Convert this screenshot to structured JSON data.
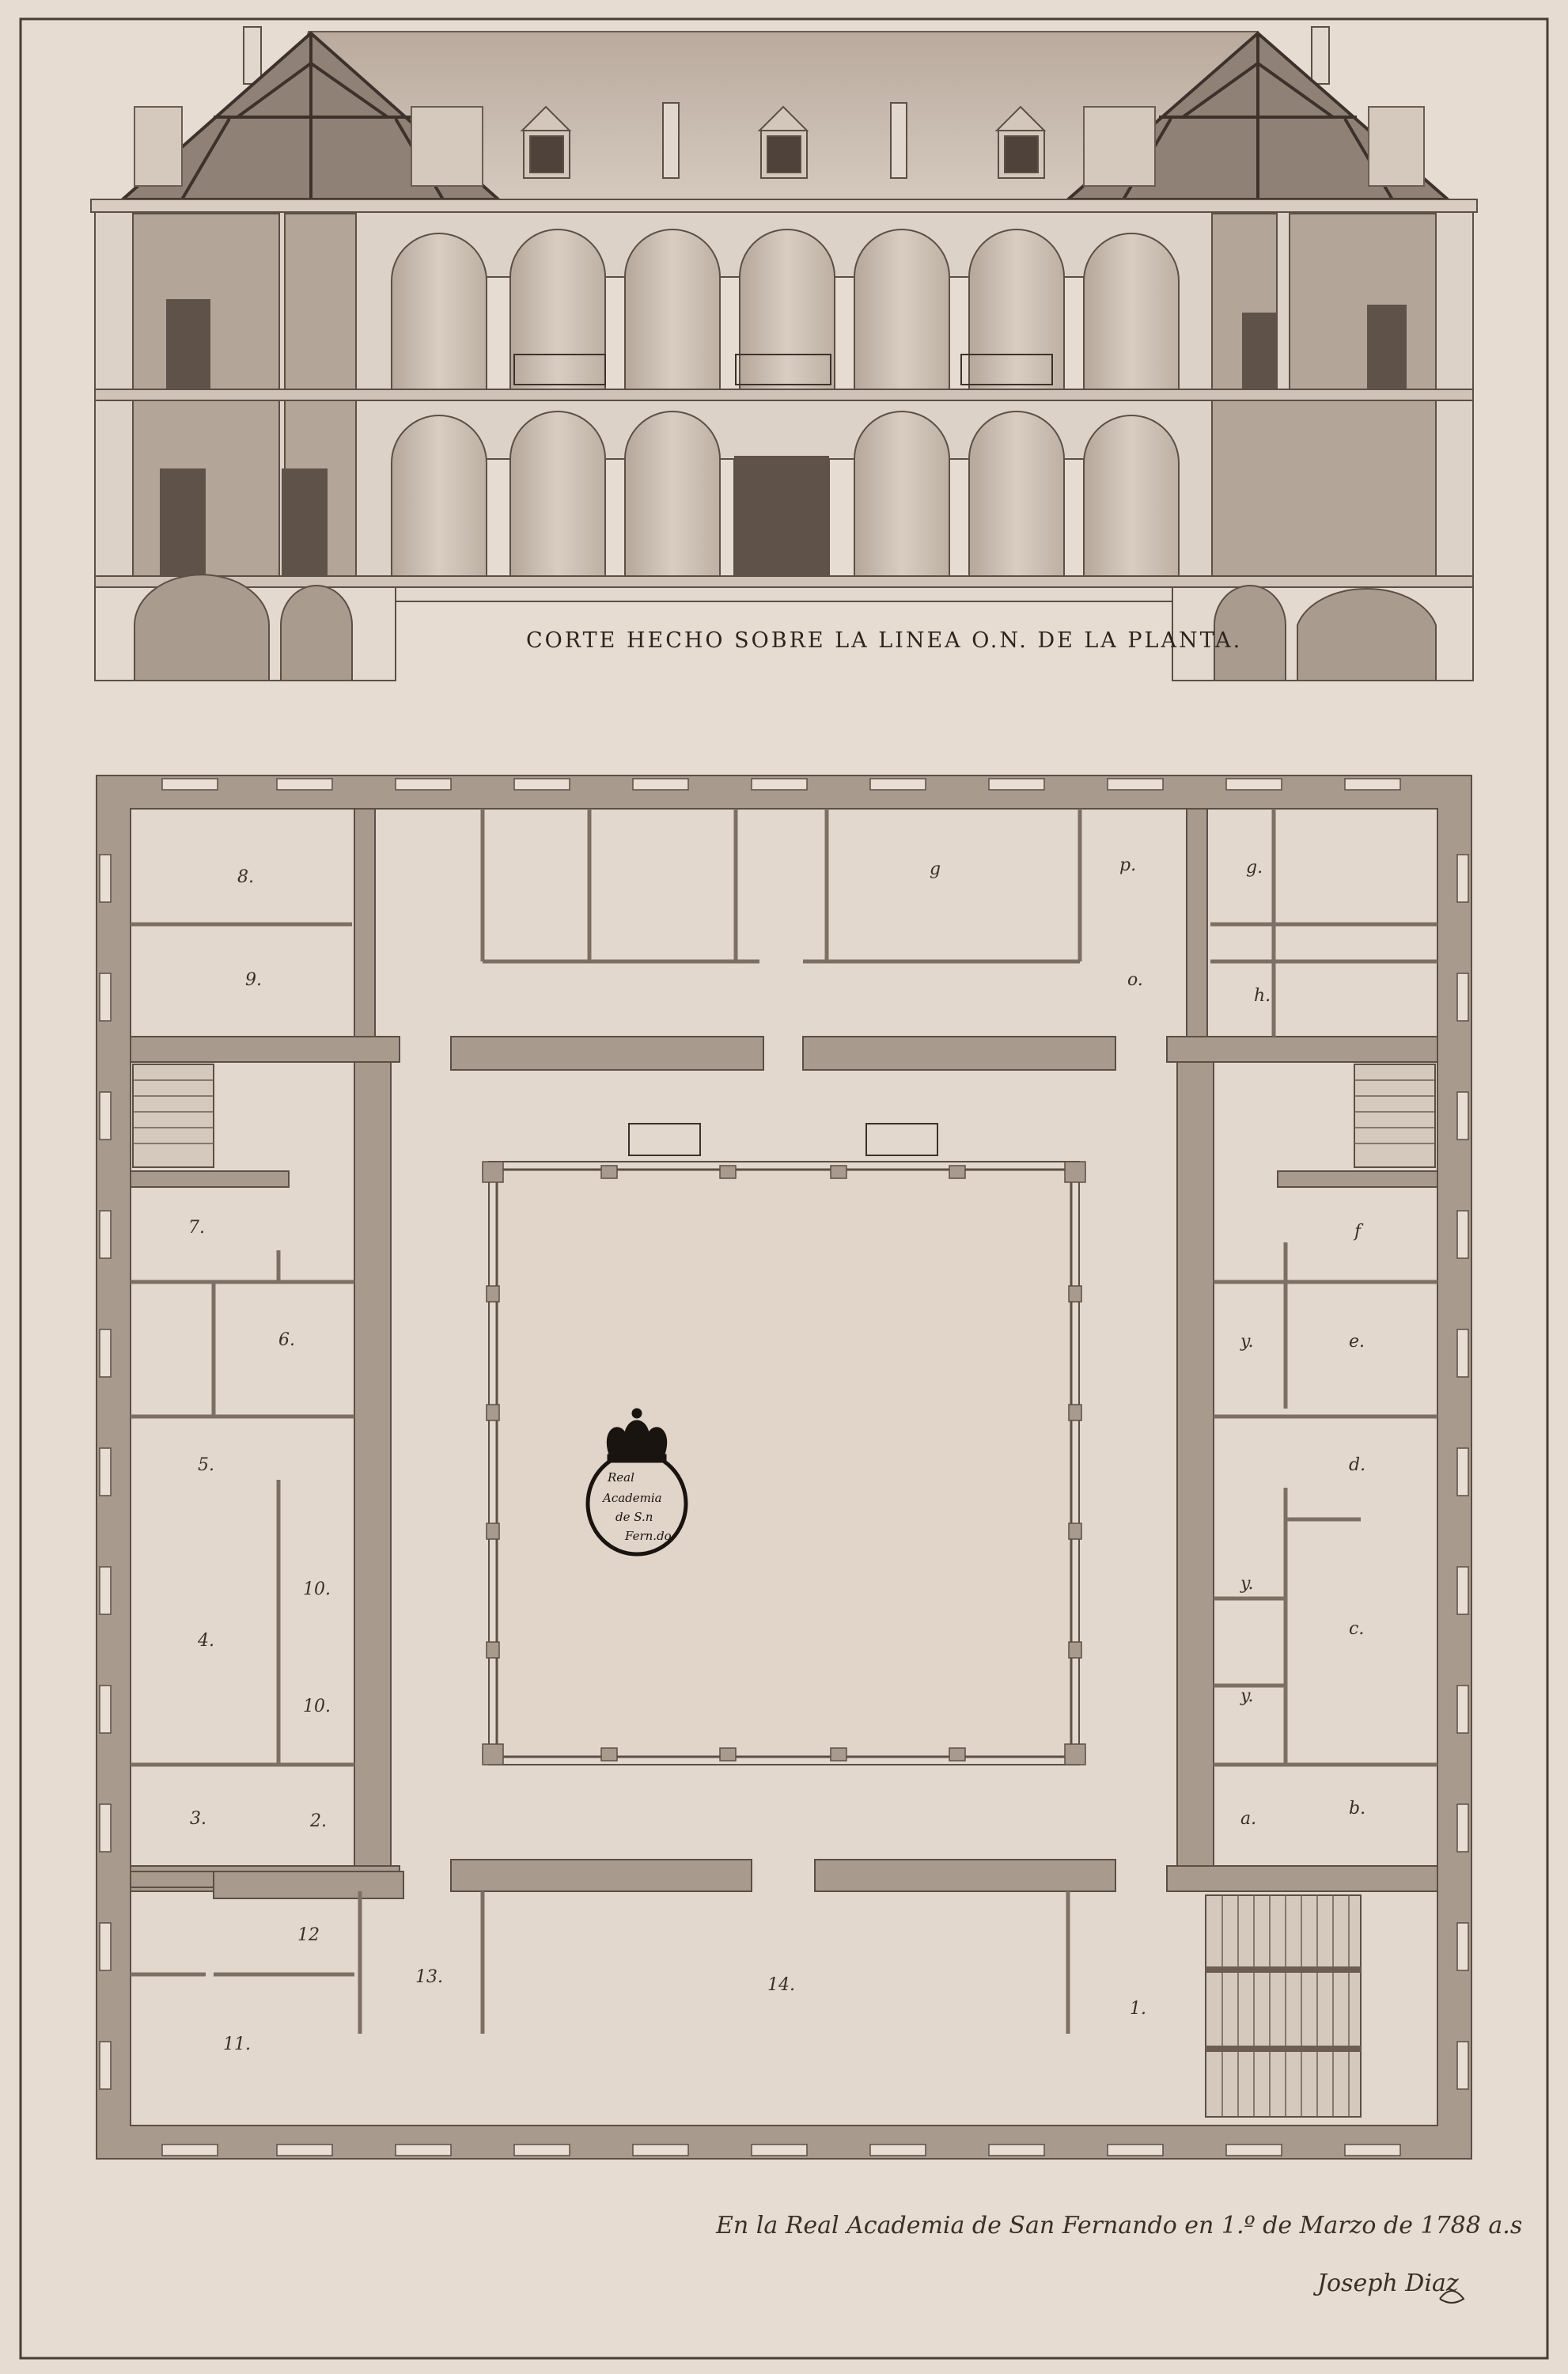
{
  "section_caption": "CORTE HECHO SOBRE LA LINEA O.N. DE LA PLANTA.",
  "room_labels": [
    {
      "key": "r8",
      "text": "8."
    },
    {
      "key": "r9",
      "text": "9."
    },
    {
      "key": "rg_small",
      "text": "g"
    },
    {
      "key": "rp",
      "text": "p."
    },
    {
      "key": "rg_right",
      "text": "g."
    },
    {
      "key": "ro",
      "text": "o."
    },
    {
      "key": "rh",
      "text": "h."
    },
    {
      "key": "r7",
      "text": "7."
    },
    {
      "key": "rf",
      "text": "f"
    },
    {
      "key": "r6",
      "text": "6."
    },
    {
      "key": "ry1",
      "text": "y."
    },
    {
      "key": "re",
      "text": "e."
    },
    {
      "key": "r5",
      "text": "5."
    },
    {
      "key": "rd",
      "text": "d."
    },
    {
      "key": "r10a",
      "text": "10."
    },
    {
      "key": "ry2",
      "text": "y."
    },
    {
      "key": "r4",
      "text": "4."
    },
    {
      "key": "rc",
      "text": "c."
    },
    {
      "key": "r10b",
      "text": "10."
    },
    {
      "key": "ry3",
      "text": "y."
    },
    {
      "key": "r3",
      "text": "3."
    },
    {
      "key": "r2",
      "text": "2."
    },
    {
      "key": "ra",
      "text": "a."
    },
    {
      "key": "rb",
      "text": "b."
    },
    {
      "key": "r12",
      "text": "12"
    },
    {
      "key": "r13",
      "text": "13."
    },
    {
      "key": "r14",
      "text": "14."
    },
    {
      "key": "r1",
      "text": "1."
    },
    {
      "key": "r11",
      "text": "11."
    }
  ],
  "seal_text": [
    "Real",
    "Academia",
    "de S.n",
    "Fern.do"
  ],
  "inscription": "En la Real Academia de San Fernando en 1.º de Marzo de 1788 a.s",
  "signature": "Joseph Diaz",
  "colors": {
    "paper": "#e7dcd2",
    "wall": "#a89a8d",
    "wash": "#c9bcb0",
    "dark_wash": "#5f5249",
    "ink": "#3a2e26"
  }
}
